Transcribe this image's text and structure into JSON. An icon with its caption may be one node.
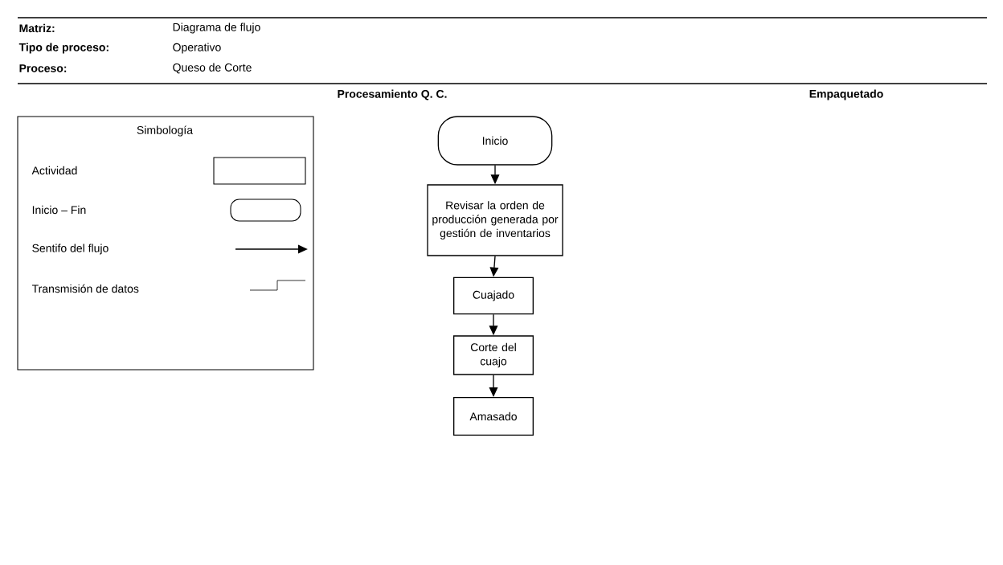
{
  "diagram": {
    "nodes": [
      {
        "text": [
          "Inicio"
        ]
      },
      {
        "text": [
          "Revisar la orden de producción generada por gestión de inventarios"
        ]
      },
      {
        "text": [
          "Cuajado"
        ]
      },
      {
        "text": [
          "Corte del cuajo"
        ]
      },
      {
        "text": [
          "Amasado"
        ]
      }
    ],
    "edges": [
      {
        "from": 0,
        "to": 1,
        "arrow": "to"
      },
      {
        "from": 1,
        "to": 2,
        "arrow": "to"
      },
      {
        "from": 2,
        "to": 3,
        "arrow": "to"
      },
      {
        "from": 3,
        "to": 4,
        "arrow": "to"
      }
    ],
    "labels": [
      "Matriz:",
      "Diagrama de flujo",
      "Tipo de proceso:",
      "Operativo",
      "Proceso:",
      "Queso de Corte",
      "Procesamiento Q. C.",
      "Empaquetado",
      "Simbología"
    ],
    "legend": [
      {
        "text": "Actividad"
      },
      {
        "text": "Inicio – Fin"
      },
      {
        "text": "Sentifo del flujo"
      },
      {
        "text": "Transmisión de datos"
      }
    ]
  }
}
